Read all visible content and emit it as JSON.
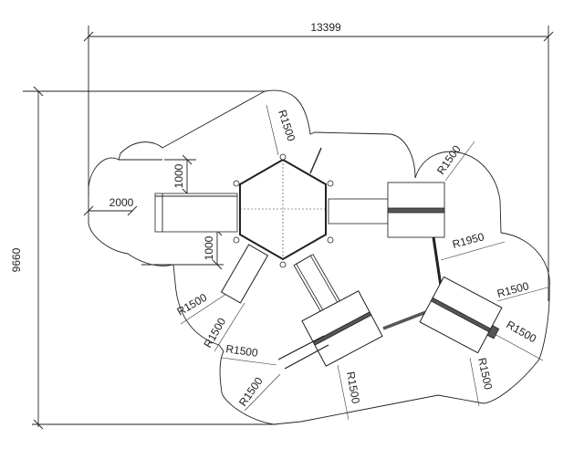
{
  "drawing": {
    "overall_width": "13399",
    "overall_height": "9660",
    "slide_offset": "2000",
    "slide_clearance_top": "1000",
    "slide_clearance_bottom": "1000",
    "radii": {
      "top": "R1500",
      "upper_right": "R1500",
      "right_middle": "R1950",
      "right_upper": "R1500",
      "right_lower": "R1500",
      "right_bottom": "R1500",
      "left_stairs_1": "R1500",
      "left_stairs_2": "R1500",
      "bottom_left_1": "R1500",
      "bottom_left_2": "R1500",
      "bottom_center": "R1500"
    }
  }
}
